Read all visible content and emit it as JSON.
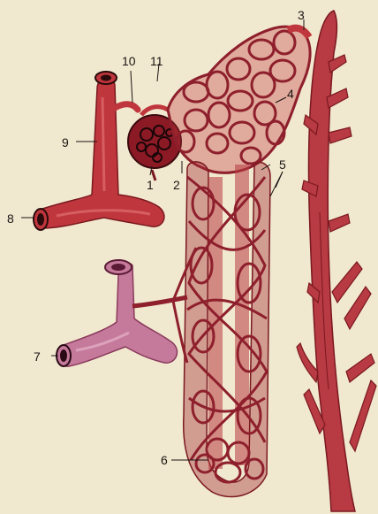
{
  "labels": {
    "l1": "1",
    "l2": "2",
    "l3": "3",
    "l4": "4",
    "l5": "5",
    "l6": "6",
    "l7": "7",
    "l8": "8",
    "l9": "9",
    "l10": "10",
    "l11": "11"
  },
  "colors": {
    "background": "#f1e9cf",
    "artery": "#c0363d",
    "artery_dark": "#7a1820",
    "vein_light": "#c57a9c",
    "vein_dark": "#8a3a5c",
    "vessel_line": "#8e1f2c",
    "label_text": "#1a1414"
  }
}
